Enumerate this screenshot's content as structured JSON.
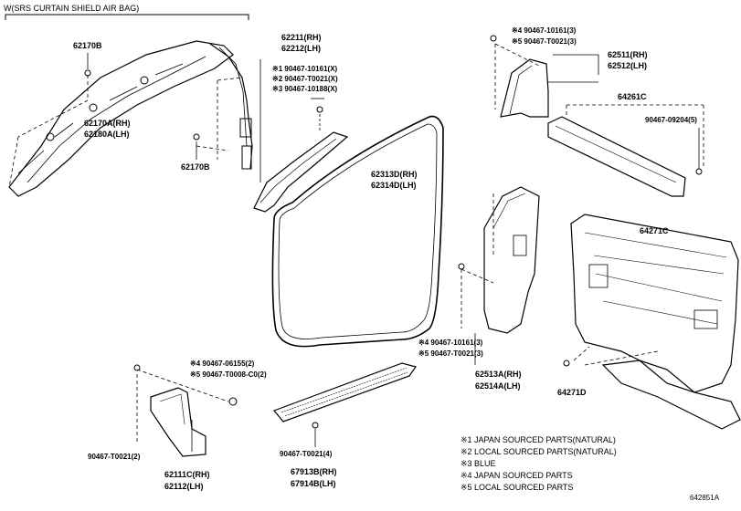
{
  "header": {
    "curtain_note": "W(SRS CURTAIN SHIELD AIR BAG)"
  },
  "parts": {
    "p62170b_top": "62170B",
    "p62170a_rh": "62170A(RH)",
    "p62180a_lh": "62180A(LH)",
    "p62170b_bot": "62170B",
    "p62211_rh": "62211(RH)",
    "p62212_lh": "62212(LH)",
    "clip_a1": "※1  90467-10161(X)",
    "clip_a2": "※2  90467-T0021(X)",
    "clip_a3": "※3  90467-10188(X)",
    "p62313d_rh": "62313D(RH)",
    "p62314d_lh": "62314D(LH)",
    "clip_b4": "※4  90467-10161(3)",
    "clip_b5": "※5  90467-T0021(3)",
    "p62511_rh": "62511(RH)",
    "p62512_lh": "62512(LH)",
    "p64261c": "64261C",
    "clip_64261": "90467-09204(5)",
    "p64271c": "64271C",
    "clip_c4": "※4  90467-10161(3)",
    "clip_c5": "※5  90467-T0021(3)",
    "p62513a_rh": "62513A(RH)",
    "p62514a_lh": "62514A(LH)",
    "p64271d": "64271D",
    "clip_d4": "※4  90467-06155(2)",
    "clip_d5": "※5  90467-T0008-C0(2)",
    "clip_62111": "90467-T0021(2)",
    "p62111c_rh": "62111C(RH)",
    "p62112_lh": "62112(LH)",
    "clip_67913": "90467-T0021(4)",
    "p67913b_rh": "67913B(RH)",
    "p67914b_lh": "67914B(LH)"
  },
  "legend": [
    "※1  JAPAN SOURCED PARTS(NATURAL)",
    "※2  LOCAL SOURCED PARTS(NATURAL)",
    "※3  BLUE",
    "※4  JAPAN SOURCED PARTS",
    "※5  LOCAL SOURCED PARTS"
  ],
  "figure_code": "642851A"
}
